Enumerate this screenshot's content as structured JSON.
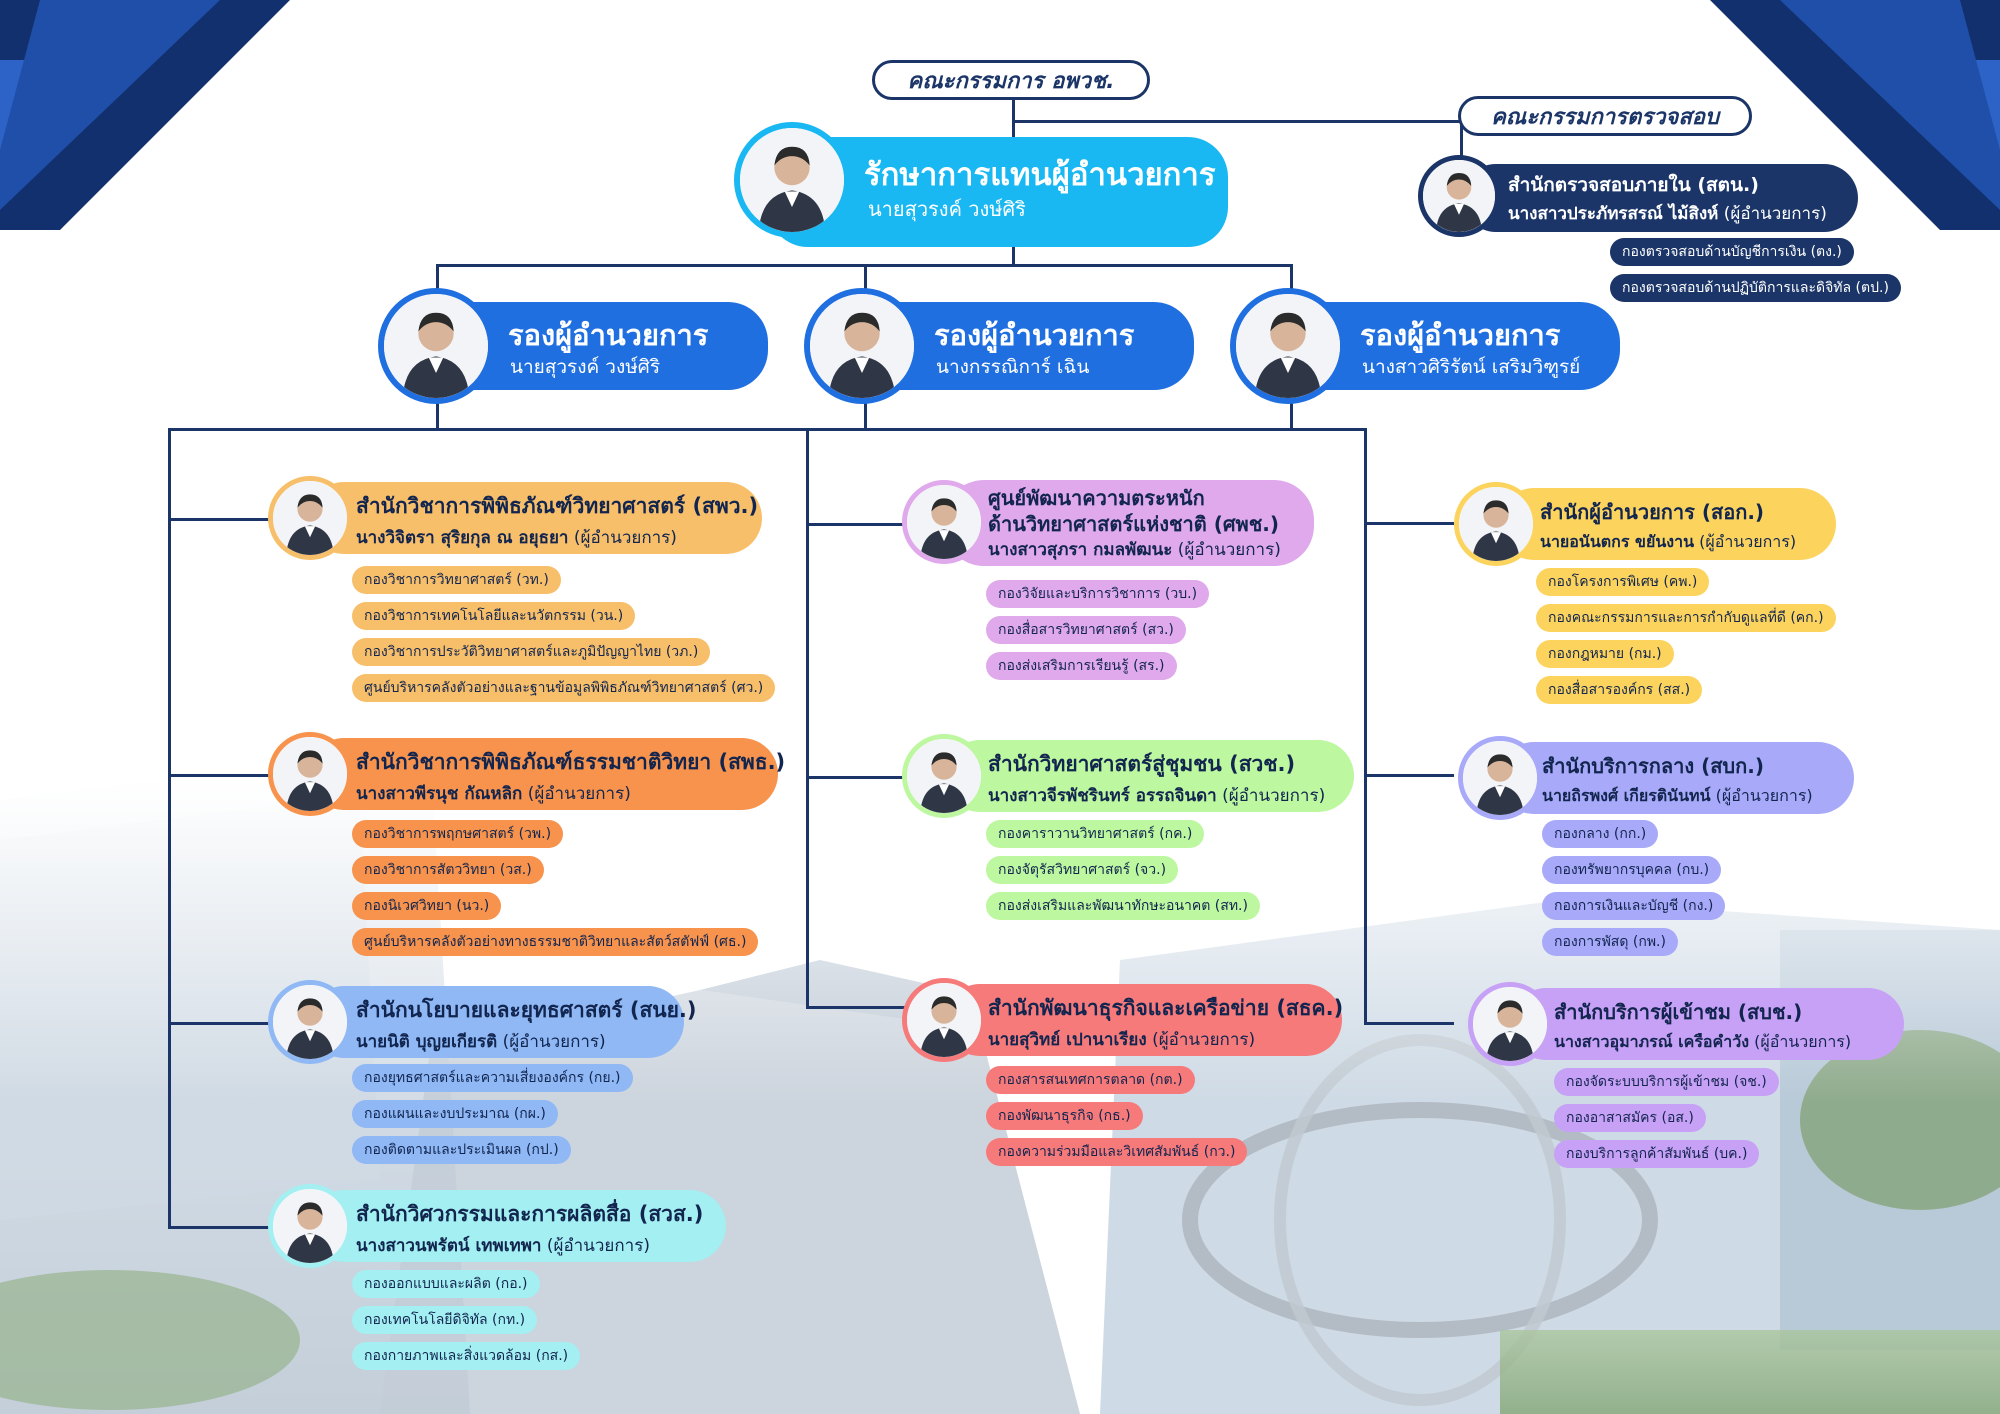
{
  "board": "คณะกรรมการ อพวช.",
  "audit_committee": "คณะกรรมการตรวจสอบ",
  "director": {
    "title": "รักษาการแทนผู้อำนวยการ",
    "name": "นายสุวรงค์ วงษ์ศิริ"
  },
  "audit": {
    "title": "สำนักตรวจสอบภายใน (สตน.)",
    "name": "นางสาวประภัทรสรณ์ ไม้สิงห์",
    "role": "(ผู้อำนวยการ)",
    "subs": [
      "กองตรวจสอบด้านบัญชีการเงิน (ตง.)",
      "กองตรวจสอบด้านปฏิบัติการและดิจิทัล (ตป.)"
    ]
  },
  "deputies": [
    {
      "title": "รองผู้อำนวยการ",
      "name": "นายสุวรงค์ วงษ์ศิริ"
    },
    {
      "title": "รองผู้อำนวยการ",
      "name": "นางกรรณิการ์ เฉิน"
    },
    {
      "title": "รองผู้อำนวยการ",
      "name": "นางสาวศิริรัตน์ เสริมวิฑูรย์"
    }
  ],
  "role_suffix": "(ผู้อำนวยการ)",
  "offices": [
    {
      "title": "สำนักวิชาการพิพิธภัณฑ์วิทยาศาสตร์ (สพว.)",
      "name": "นางวิจิตรา สุริยกุล ณ อยุธยา",
      "subs": [
        "กองวิชาการวิทยาศาสตร์ (วท.)",
        "กองวิชาการเทคโนโลยีและนวัตกรรม (วน.)",
        "กองวิชาการประวัติวิทยาศาสตร์และภูมิปัญญาไทย (วภ.)",
        "ศูนย์บริหารคลังตัวอย่างและฐานข้อมูลพิพิธภัณฑ์วิทยาศาสตร์ (ศว.)"
      ]
    },
    {
      "title": "สำนักวิชาการพิพิธภัณฑ์ธรรมชาติวิทยา (สพธ.)",
      "name": "นางสาวพีรนุช กัณหลิก",
      "subs": [
        "กองวิชาการพฤกษศาสตร์ (วพ.)",
        "กองวิชาการสัตววิทยา (วส.)",
        "กองนิเวศวิทยา (นว.)",
        "ศูนย์บริหารคลังตัวอย่างทางธรรมชาติวิทยาและสัตว์สตัฟฟ์ (ศธ.)"
      ]
    },
    {
      "title": "สำนักนโยบายและยุทธศาสตร์ (สนย.)",
      "name": "นายนิติ บุญยเกียรติ",
      "subs": [
        "กองยุทธศาสตร์และความเสี่ยงองค์กร (กย.)",
        "กองแผนและงบประมาณ (กผ.)",
        "กองติดตามและประเมินผล (กป.)"
      ]
    },
    {
      "title": "สำนักวิศวกรรมและการผลิตสื่อ (สวส.)",
      "name": "นางสาวนพรัตน์ เทพเทพา",
      "subs": [
        "กองออกแบบและผลิต (กอ.)",
        "กองเทคโนโลยีดิจิทัล (กท.)",
        "กองกายภาพและสิ่งแวดล้อม (กส.)"
      ]
    },
    {
      "title": "ศูนย์พัฒนาความตระหนัก",
      "title2": "ด้านวิทยาศาสตร์แห่งชาติ (ศพช.)",
      "name": "นางสาวสุภรา กมลพัฒนะ",
      "subs": [
        "กองวิจัยและบริการวิชาการ (วบ.)",
        "กองสื่อสารวิทยาศาสตร์ (สว.)",
        "กองส่งเสริมการเรียนรู้ (สร.)"
      ]
    },
    {
      "title": "สำนักวิทยาศาสตร์สู่ชุมชน (สวช.)",
      "name": "นางสาวจีรพัชรินทร์ อรรถจินดา",
      "subs": [
        "กองคาราวานวิทยาศาสตร์ (กค.)",
        "กองจัตุรัสวิทยาศาสตร์ (จว.)",
        "กองส่งเสริมและพัฒนาทักษะอนาคต (สท.)"
      ]
    },
    {
      "title": "สำนักพัฒนาธุรกิจและเครือข่าย (สธค.)",
      "name": "นายสุวิทย์ เปานาเรียง",
      "subs": [
        "กองสารสนเทศการตลาด (กต.)",
        "กองพัฒนาธุรกิจ (กธ.)",
        "กองความร่วมมือและวิเทศสัมพันธ์ (กว.)"
      ]
    },
    {
      "title": "สำนักผู้อำนวยการ (สอก.)",
      "name": "นายอนันตกร ขยันงาน",
      "subs": [
        "กองโครงการพิเศษ (คพ.)",
        "กองคณะกรรมการและการกำกับดูแลที่ดี (คก.)",
        "กองกฎหมาย (กม.)",
        "กองสื่อสารองค์กร (สส.)"
      ]
    },
    {
      "title": "สำนักบริการกลาง (สบก.)",
      "name": "นายถิรพงศ์ เกียรตินันทน์",
      "subs": [
        "กองกลาง (กก.)",
        "กองทรัพยากรบุคคล (กบ.)",
        "กองการเงินและบัญชี (กง.)",
        "กองการพัสดุ (กพ.)"
      ]
    },
    {
      "title": "สำนักบริการผู้เข้าชม (สบช.)",
      "name": "นางสาวอุมาภรณ์ เครือคำวัง",
      "subs": [
        "กองจัดระบบบริการผู้เข้าชม (จช.)",
        "กองอาสาสมัคร (อส.)",
        "กองบริการลูกค้าสัมพันธ์ (บค.)"
      ]
    }
  ],
  "colors": {
    "navy": "#1b3568",
    "blue": "#1f6fe0",
    "cyan": "#19b8f2",
    "yellow": "#fcd45d",
    "orange": "#f7934c",
    "light_blue": "#8fb8f5",
    "cyan_light": "#a4eff1",
    "purple": "#dfa9ec",
    "green": "#bdf79f",
    "red": "#f77a7a",
    "lavender": "#a8aaf9",
    "violet": "#c7a1f5"
  }
}
